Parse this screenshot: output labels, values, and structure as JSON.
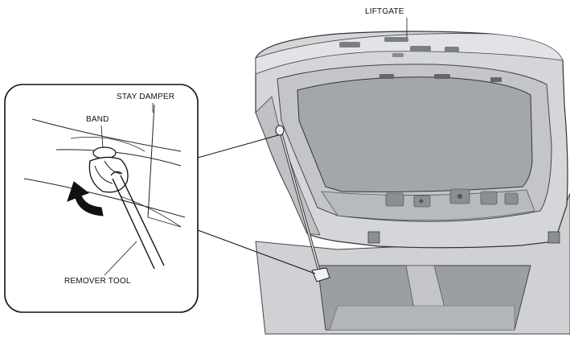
{
  "labels": {
    "liftgate": "LIFTGATE",
    "stay_damper": "STAY DAMPER",
    "band": "BAND",
    "remover_tool": "REMOVER TOOL"
  },
  "colors": {
    "body_fill": "#d2d4d7",
    "panel_fill": "#b9bbbf",
    "inner_fill": "#9fa2a6",
    "outline": "#333333",
    "arrow": "#111111"
  }
}
